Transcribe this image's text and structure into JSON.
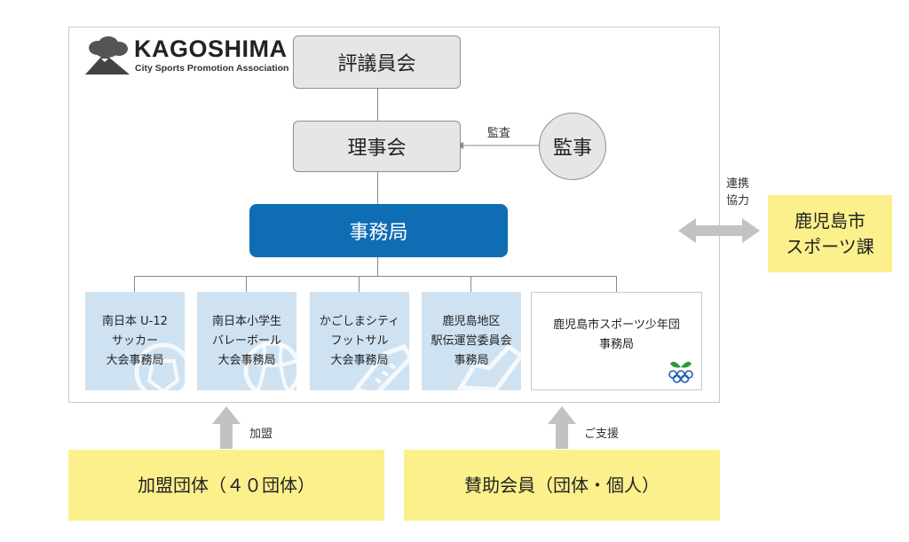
{
  "logo": {
    "word": "KAGOSHIMA",
    "subtitle": "City Sports Promotion Association"
  },
  "nodes": {
    "council": "評議員会",
    "board": "理事会",
    "auditor": "監事",
    "secretariat": "事務局",
    "city_dept": "鹿児島市\nスポーツ課"
  },
  "labels": {
    "audit": "監査",
    "cooperation": "連携\n協力",
    "affiliation": "加盟",
    "support": "ご支援"
  },
  "offices": [
    {
      "label": "南日本 U-12\nサッカー\n大会事務局"
    },
    {
      "label": "南日本小学生\nバレーボール\n大会事務局"
    },
    {
      "label": "かごしまシティ\nフットサル\n大会事務局"
    },
    {
      "label": "鹿児島地区\n駅伝運営委員会\n事務局"
    },
    {
      "label": "鹿児島市スポーツ少年団\n事務局"
    }
  ],
  "bottom": {
    "member_groups": "加盟団体（４０団体）",
    "supporting_members": "賛助会員（団体・個人）"
  },
  "colors": {
    "blue": "#0f6db4",
    "light_blue": "#cfe2f1",
    "yellow": "#fcf08c",
    "gray": "#e6e6e6"
  }
}
